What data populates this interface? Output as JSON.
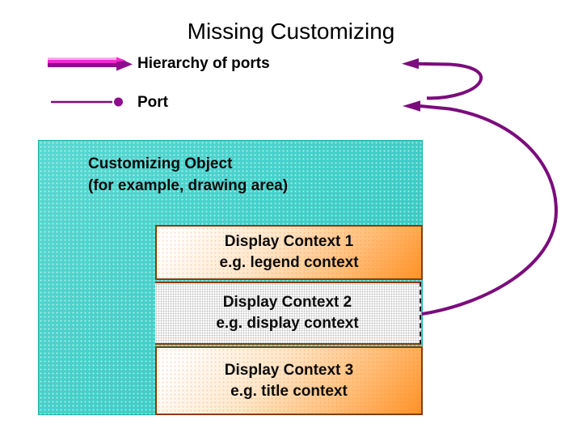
{
  "slide": {
    "title": "Missing Customizing"
  },
  "legend": {
    "items": [
      {
        "icon": "hierarchy-arrow-icon",
        "label": "Hierarchy of ports"
      },
      {
        "icon": "port-line-dot-icon",
        "label": "Port"
      }
    ]
  },
  "diagram": {
    "customizing_object": {
      "line1": "Customizing Object",
      "line2": "(for example, drawing area)"
    },
    "contexts": [
      {
        "title": "Display Context 1",
        "subtitle": "e.g. legend context",
        "style": "orange-gradient"
      },
      {
        "title": "Display Context 2",
        "subtitle": "e.g. display context",
        "style": "gray-dotted-dashed"
      },
      {
        "title": "Display Context 3",
        "subtitle": "e.g. title context",
        "style": "orange-gradient"
      }
    ],
    "curve_connects_to": "Display Context 2"
  },
  "colors": {
    "curve_purple": "#7b0c7c",
    "arrow_magenta": "#f527d2",
    "arrow_purple": "#8e0c8e",
    "object_teal": "#2fcfc7",
    "context_orange": "#ff9327",
    "context_gray_dot": "#c2c2c2",
    "border_brown": "#8a3c00"
  }
}
